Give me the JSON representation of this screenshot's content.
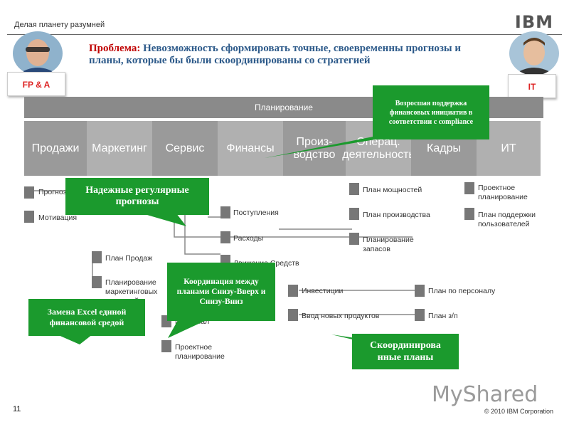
{
  "header": {
    "tagline": "Делая планету разумней",
    "logo": "IBM",
    "title_prefix": "Проблема:",
    "title_text": "Невозможность сформировать точные, своевременны прогнозы и планы, которые бы были скоординированы со стратегией"
  },
  "roles": {
    "left": "FP & A",
    "right": "IT"
  },
  "banner": "Планирование",
  "departments": [
    "Продажи",
    "Маркетинг",
    "Сервис",
    "Финансы",
    "Произ- водство",
    "Операц. деятельность",
    "Кадры",
    "ИТ"
  ],
  "items": {
    "prognoz": "Прогноз",
    "motivation": "Мотивация",
    "plan_sales": "План Продаж",
    "marketing_plan": "Планирование маркетинговых кампаний",
    "receipts": "Поступления",
    "expenses": "Расходы",
    "cashflow": "Движение Средств",
    "personnel": "Персонал",
    "project_planning": "Проектное планирование",
    "investments": "Инвестиции",
    "new_products": "Ввод новых продуктов",
    "capacity": "План мощностей",
    "production": "План производства",
    "inventory": "Планирование запасов",
    "staff_plan": "План по персоналу",
    "payroll": "План з/п",
    "it_project": "Проектное планирование",
    "it_support": "План поддержки пользователей"
  },
  "callouts": {
    "finance_support": "Возросшая поддержка финансовых инициатив в соответствии с compliance",
    "forecasts": "Надежные регулярные прогнозы",
    "coordination": "Координация между планами Снизу-Вверх и Снизу-Вниз",
    "excel": "Замена Excel единой финансовой средой",
    "coordinated": "Скоординирова нные планы"
  },
  "footer": {
    "page": "11",
    "copyright": "© 2010 IBM Corporation",
    "watermark": "MyShared"
  },
  "colors": {
    "callout": "#1b9a2d",
    "title": "#2d5a8a",
    "problem": "#c00000"
  }
}
